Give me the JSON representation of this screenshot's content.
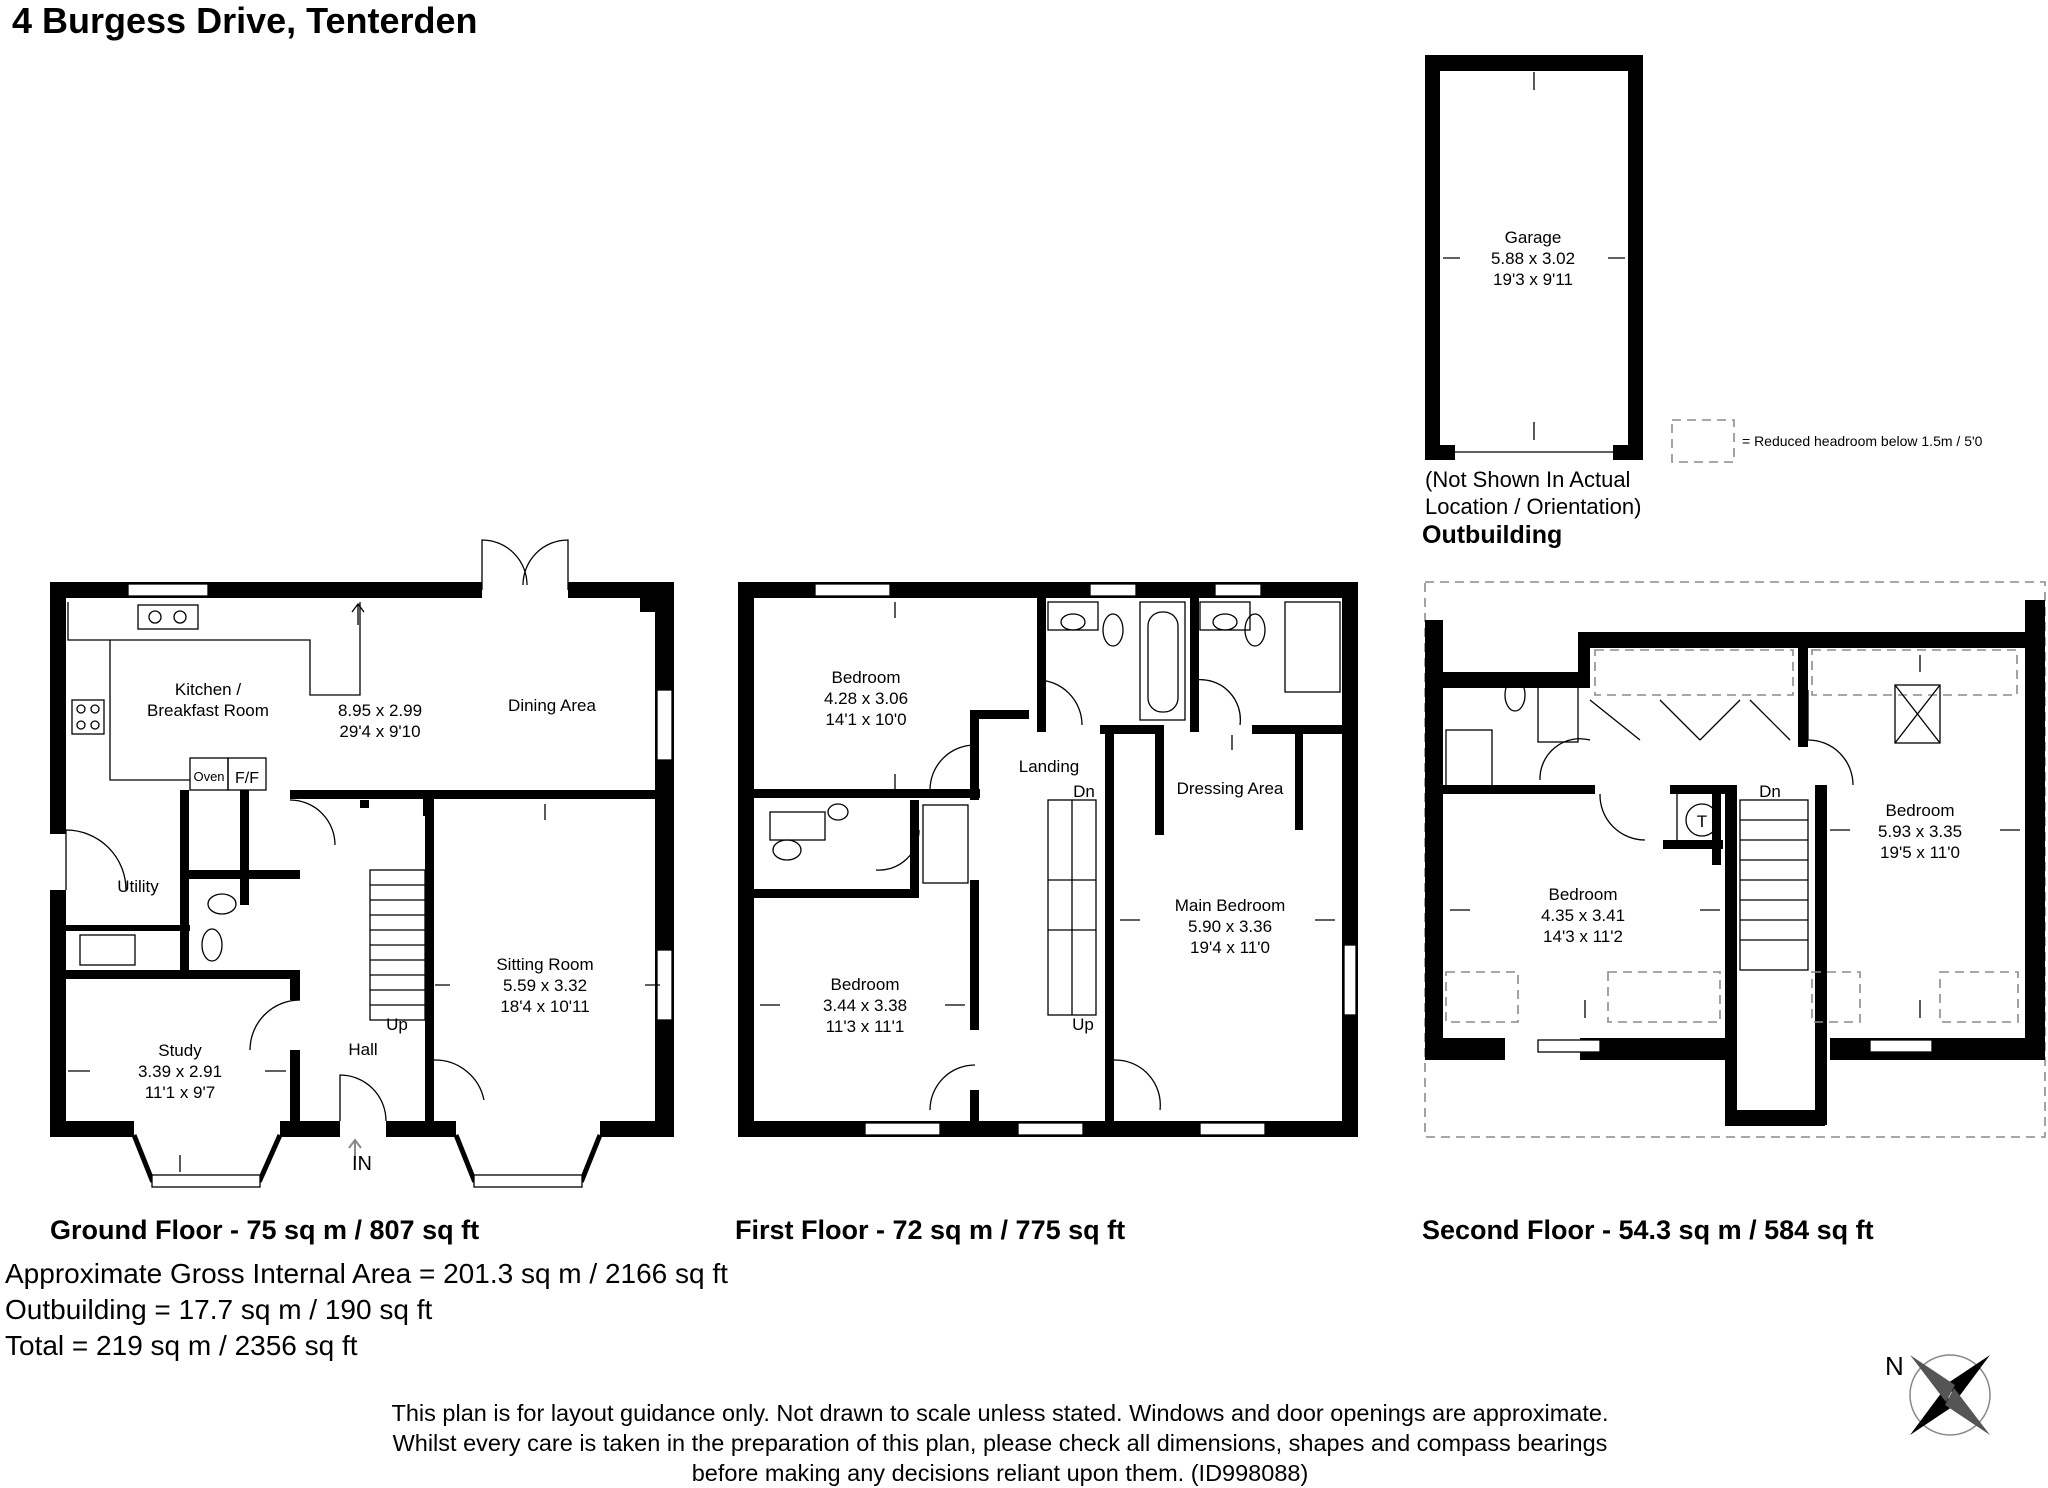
{
  "title": "4 Burgess Drive, Tenterden",
  "floors": {
    "ground": {
      "caption": "Ground Floor - 75 sq m / 807 sq ft",
      "rooms": {
        "kitchen": {
          "name": "Kitchen /",
          "name2": "Breakfast Room",
          "metric": "8.95 x 2.99",
          "imperial": "29'4 x 9'10"
        },
        "dining": {
          "name": "Dining Area"
        },
        "utility": {
          "name": "Utility"
        },
        "oven": {
          "name": "Oven"
        },
        "ff": {
          "name": "F/F"
        },
        "study": {
          "name": "Study",
          "metric": "3.39 x 2.91",
          "imperial": "11'1 x 9'7"
        },
        "hall": {
          "name": "Hall"
        },
        "sitting": {
          "name": "Sitting Room",
          "metric": "5.59 x 3.32",
          "imperial": "18'4 x 10'11"
        }
      },
      "stairs_up": "Up",
      "entrance": "IN"
    },
    "first": {
      "caption": "First Floor - 72 sq m / 775 sq ft",
      "rooms": {
        "bedroom_front": {
          "name": "Bedroom",
          "metric": "4.28 x 3.06",
          "imperial": "14'1 x 10'0"
        },
        "bedroom_rear": {
          "name": "Bedroom",
          "metric": "3.44 x 3.38",
          "imperial": "11'3 x 11'1"
        },
        "landing": {
          "name": "Landing"
        },
        "dressing": {
          "name": "Dressing Area"
        },
        "main_bedroom": {
          "name": "Main Bedroom",
          "metric": "5.90 x 3.36",
          "imperial": "19'4 x 11'0"
        }
      },
      "stairs_dn": "Dn",
      "stairs_up": "Up"
    },
    "second": {
      "caption": "Second Floor - 54.3 sq m / 584 sq ft",
      "rooms": {
        "bedroom_left": {
          "name": "Bedroom",
          "metric": "4.35 x 3.41",
          "imperial": "14'3 x 11'2"
        },
        "bedroom_right": {
          "name": "Bedroom",
          "metric": "5.93 x 3.35",
          "imperial": "19'5 x 11'0"
        }
      },
      "stairs_dn": "Dn",
      "tank": "T"
    }
  },
  "outbuilding": {
    "garage": {
      "name": "Garage",
      "metric": "5.88 x 3.02",
      "imperial": "19'3 x 9'11"
    },
    "note_line1": "(Not Shown In Actual",
    "note_line2": "Location / Orientation)",
    "label": "Outbuilding"
  },
  "legend": {
    "text": "= Reduced headroom below 1.5m / 5'0"
  },
  "areas": {
    "gross": "Approximate Gross Internal Area = 201.3 sq m / 2166 sq ft",
    "outbuilding": "Outbuilding = 17.7 sq m / 190 sq ft",
    "total": "Total = 219 sq m / 2356 sq ft"
  },
  "compass": {
    "label": "N"
  },
  "disclaimer": "This plan is for layout guidance only. Not drawn to scale unless stated. Windows and door openings are approximate. Whilst every care is taken in the preparation of this plan, please check all dimensions, shapes and compass bearings before making any decisions reliant upon them. (ID998088)"
}
